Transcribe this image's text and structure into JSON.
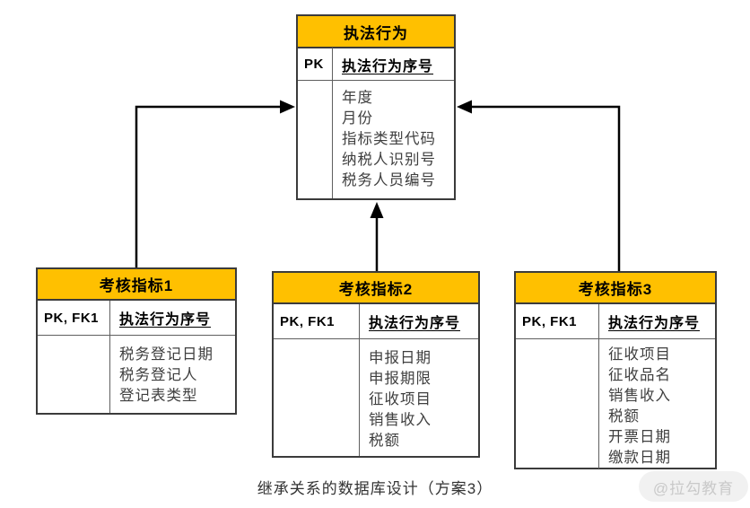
{
  "page": {
    "caption": "继承关系的数据库设计（方案3）",
    "watermark": "@拉勾教育"
  },
  "colors": {
    "header_bg": "#FFC000",
    "outer_border": "#3b3b3b",
    "inner_border": "#5f5f5f",
    "attribute_text": "#3f3f3f",
    "arrow": "#000000"
  },
  "entities": [
    {
      "title": "执法行为",
      "key_label": "PK",
      "key_attribute": "执法行为序号",
      "attributes": [
        "年度",
        "月份",
        "指标类型代码",
        "纳税人识别号",
        "税务人员编号"
      ]
    },
    {
      "title": "考核指标1",
      "key_label": "PK, FK1",
      "key_attribute": "执法行为序号",
      "attributes": [
        "税务登记日期",
        "税务登记人",
        "登记表类型"
      ]
    },
    {
      "title": "考核指标2",
      "key_label": "PK, FK1",
      "key_attribute": "执法行为序号",
      "attributes": [
        "申报日期",
        "申报期限",
        "征收项目",
        "销售收入",
        "税额"
      ]
    },
    {
      "title": "考核指标3",
      "key_label": "PK, FK1",
      "key_attribute": "执法行为序号",
      "attributes": [
        "征收项目",
        "征收品名",
        "销售收入",
        "税额",
        "开票日期",
        "缴款日期"
      ]
    }
  ]
}
